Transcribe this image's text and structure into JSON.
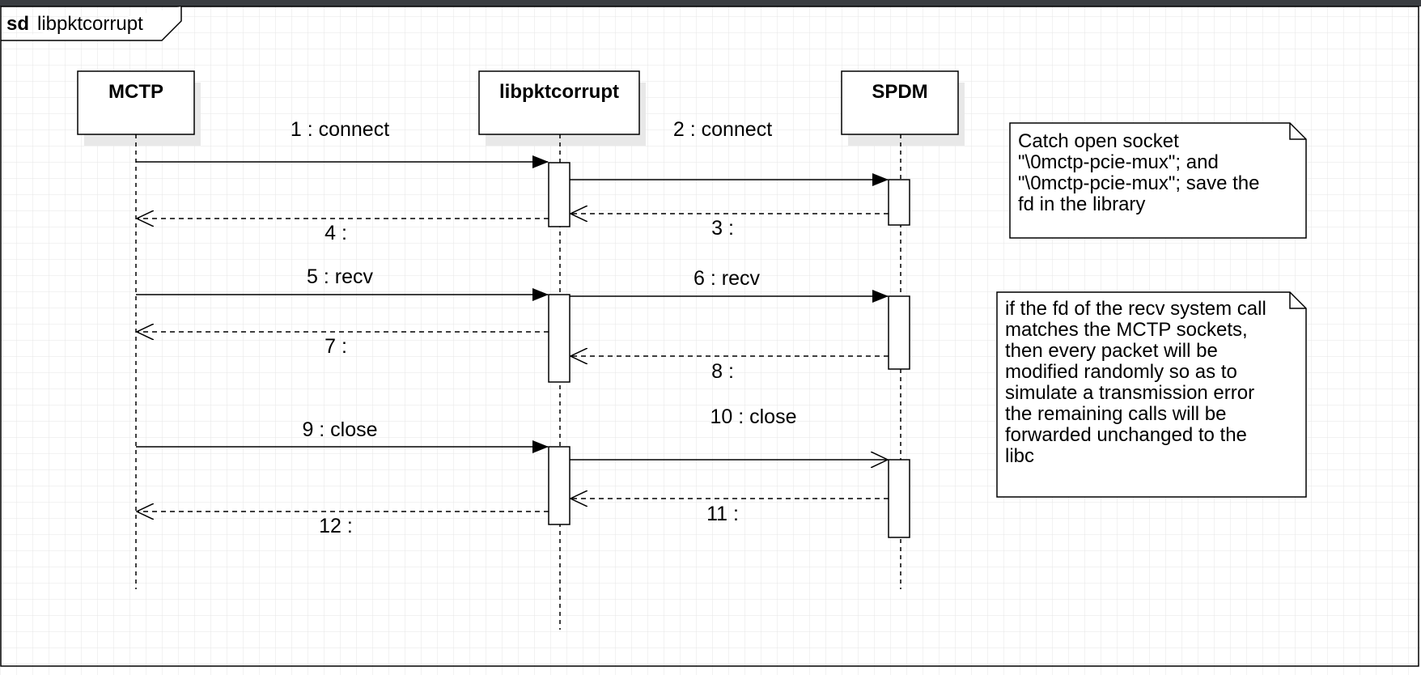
{
  "frame": {
    "keyword": "sd",
    "name": "libpktcorrupt"
  },
  "lifelines": {
    "mctp": {
      "label": "MCTP"
    },
    "lib": {
      "label": "libpktcorrupt"
    },
    "spdm": {
      "label": "SPDM"
    }
  },
  "messages": [
    {
      "id": 1,
      "label": "1 : connect"
    },
    {
      "id": 2,
      "label": "2 : connect"
    },
    {
      "id": 3,
      "label": "3 :"
    },
    {
      "id": 4,
      "label": "4 :"
    },
    {
      "id": 5,
      "label": "5 : recv"
    },
    {
      "id": 6,
      "label": "6 : recv"
    },
    {
      "id": 7,
      "label": "7 :"
    },
    {
      "id": 8,
      "label": "8 :"
    },
    {
      "id": 9,
      "label": "9 : close"
    },
    {
      "id": 10,
      "label": "10 : close"
    },
    {
      "id": 11,
      "label": "11 :"
    },
    {
      "id": 12,
      "label": "12 :"
    }
  ],
  "notes": [
    {
      "lines": [
        "Catch open socket",
        "\"\\0mctp-pcie-mux\"; and",
        "\"\\0mctp-pcie-mux\"; save the",
        "fd  in the library"
      ]
    },
    {
      "lines": [
        "if the fd of the recv system call",
        "matches the MCTP sockets,",
        "then every packet will be",
        "modified randomly so as to",
        "simulate a transmission error",
        "the remaining calls will be",
        "forwarded unchanged to the",
        "libc"
      ]
    }
  ]
}
